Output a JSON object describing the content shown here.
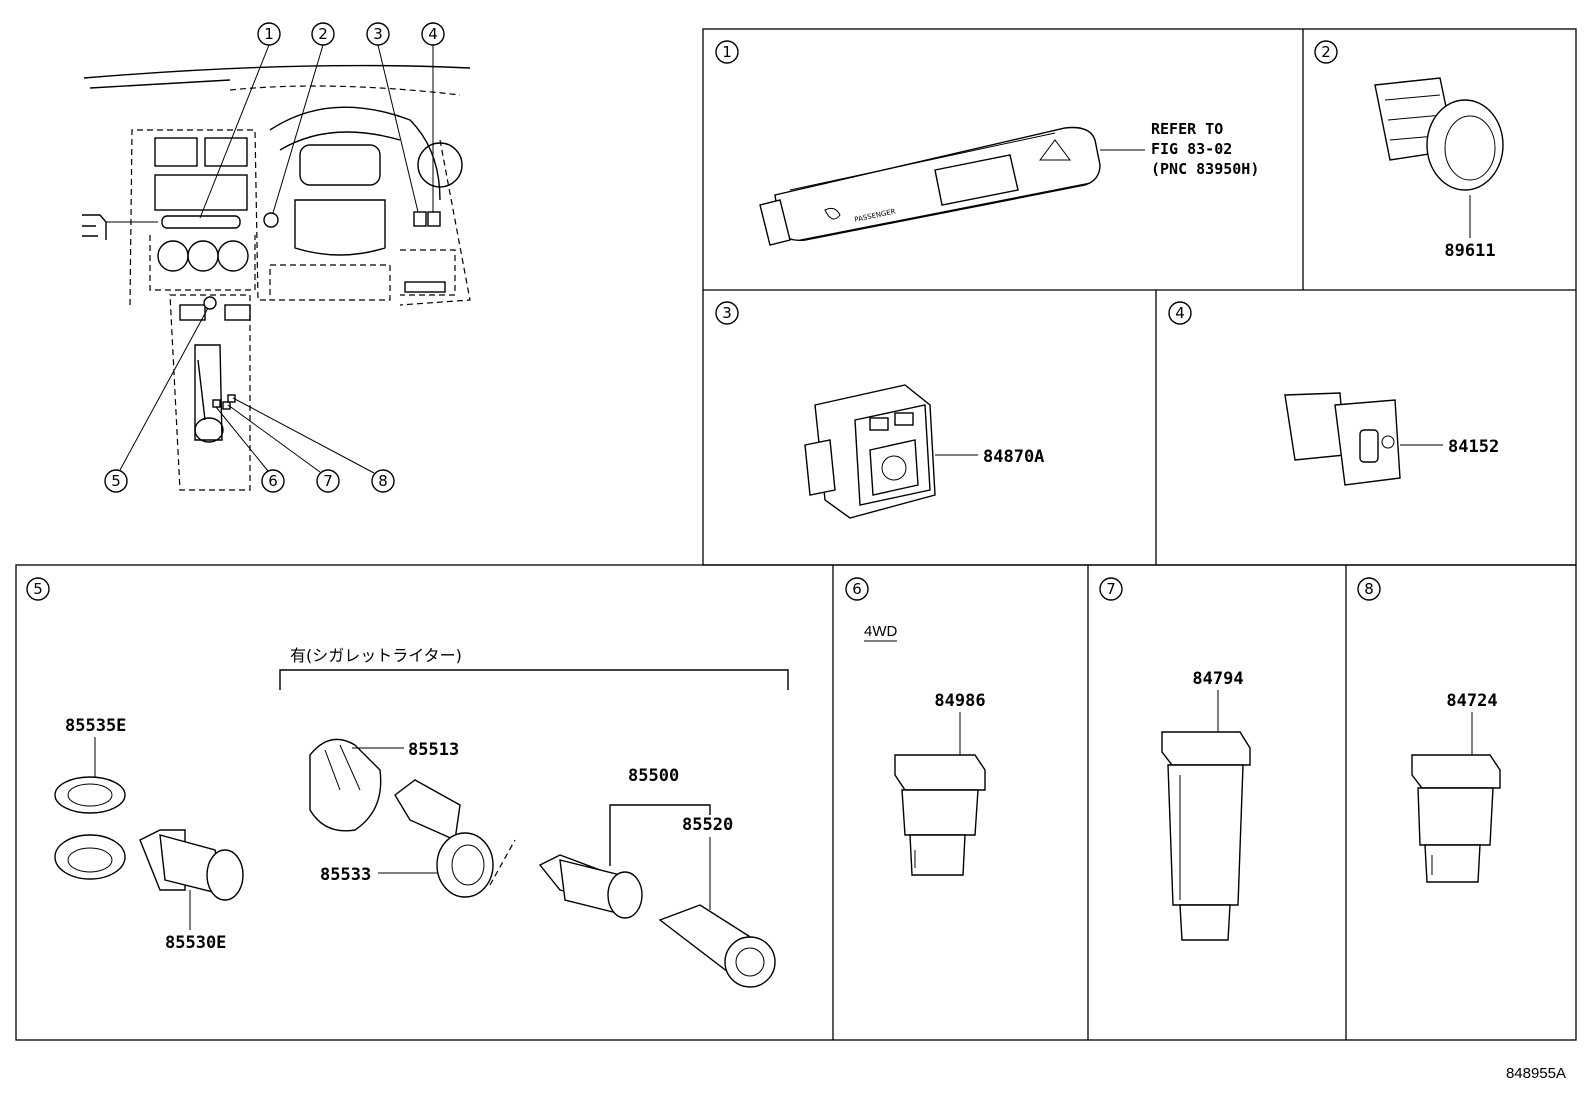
{
  "overview": {
    "callouts": [
      "1",
      "2",
      "3",
      "4",
      "5",
      "6",
      "7",
      "8"
    ]
  },
  "panels": {
    "p1": {
      "num": "1",
      "part_no": "PASSENGER",
      "note_line1": "REFER TO",
      "note_line2": "FIG 83-02",
      "note_line3": "(PNC 83950H)"
    },
    "p2": {
      "num": "2",
      "part_no": "89611"
    },
    "p3": {
      "num": "3",
      "part_no": "84870A"
    },
    "p4": {
      "num": "4",
      "part_no": "84152"
    },
    "p5": {
      "num": "5",
      "group_label": "有(シガレットライター)",
      "parts": [
        "85535E",
        "85530E",
        "85513",
        "85533",
        "85500",
        "85520"
      ]
    },
    "p6": {
      "num": "6",
      "variant": "4WD",
      "part_no": "84986"
    },
    "p7": {
      "num": "7",
      "part_no": "84794"
    },
    "p8": {
      "num": "8",
      "part_no": "84724"
    }
  },
  "illustration_ref": "848955A"
}
